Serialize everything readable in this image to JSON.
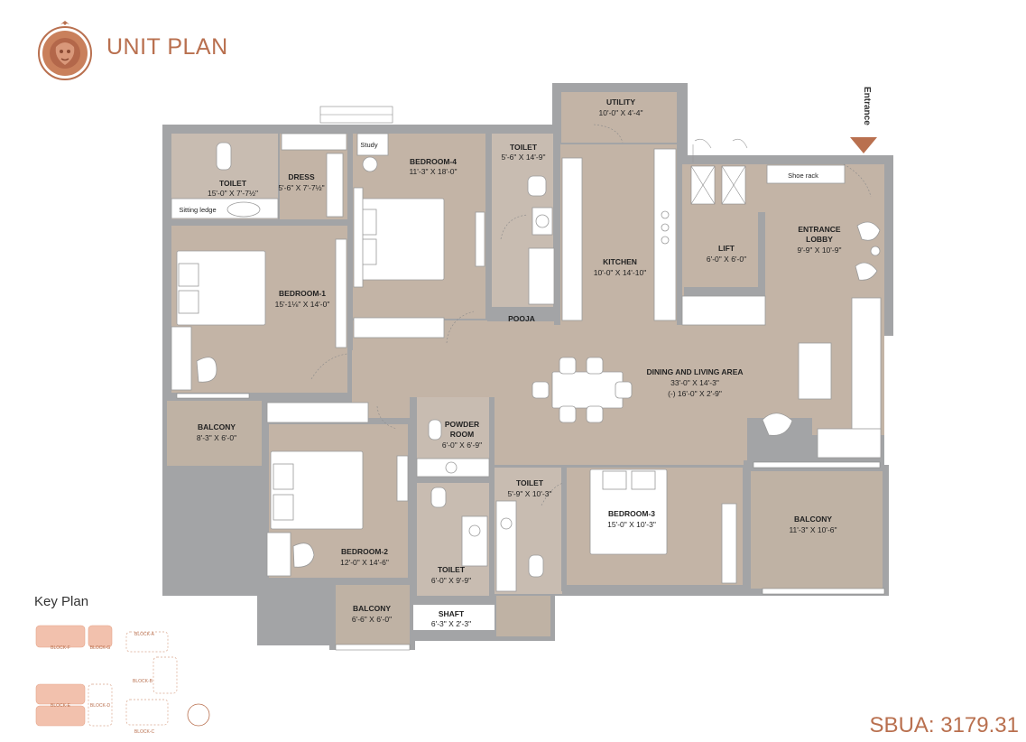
{
  "header": {
    "title": "UNIT PLAN"
  },
  "footer": {
    "sbua": "SBUA: 3179.31",
    "key_plan_title": "Key Plan"
  },
  "colors": {
    "accent": "#b9704f",
    "wall": "#a3a4a6",
    "floor": "#c3b4a6",
    "balcony": "#bfb2a4",
    "wet": "#c7bcb2",
    "furniture": "#ffffff"
  },
  "entrance_label": "Entrance",
  "rooms": {
    "utility": {
      "name": "UTILITY",
      "dims": "10'-0\" X 4'-4\""
    },
    "toilet_top": {
      "name": "TOILET",
      "dims": "5'-6\" X 14'-9\""
    },
    "bedroom4": {
      "name": "BEDROOM-4",
      "dims": "11'-3\" X 18'-0\""
    },
    "study": {
      "name": "Study"
    },
    "toilet_master": {
      "name": "TOILET",
      "dims": "15'-0\" X 7'-7½\""
    },
    "dress": {
      "name": "DRESS",
      "dims": "5'-6\" X 7'-7½\""
    },
    "sitting_ledge": {
      "name": "Sitting ledge"
    },
    "bedroom1": {
      "name": "BEDROOM-1",
      "dims": "15'-1⅛\" X 14'-0\""
    },
    "kitchen": {
      "name": "KITCHEN",
      "dims": "10'-0\" X 14'-10\""
    },
    "lift": {
      "name": "LIFT",
      "dims": "6'-0\" X 6'-0\""
    },
    "shoe_rack": {
      "name": "Shoe rack"
    },
    "entrance_lobby": {
      "name1": "ENTRANCE",
      "name2": "LOBBY",
      "dims": "9'-9\" X 10'-9\""
    },
    "pooja": {
      "name": "POOJA"
    },
    "dining_living": {
      "name": "DINING AND LIVING AREA",
      "dims": "33'-0\" X 14'-3\"",
      "dims2": "(-) 16'-0\" X 2'-9\""
    },
    "balcony_left": {
      "name": "BALCONY",
      "dims": "8'-3\" X 6'-0\""
    },
    "powder_room": {
      "name1": "POWDER",
      "name2": "ROOM",
      "dims": "6'-0\" X 6'-9\""
    },
    "bedroom2": {
      "name": "BEDROOM-2",
      "dims": "12'-0\" X 14'-6\""
    },
    "toilet_mid": {
      "name": "TOILET",
      "dims": "5'-9\" X 10'-3\""
    },
    "bedroom3": {
      "name": "BEDROOM-3",
      "dims": "15'-0\" X 10'-3\""
    },
    "balcony_right": {
      "name": "BALCONY",
      "dims": "11'-3\" X 10'-6\""
    },
    "toilet_low": {
      "name": "TOILET",
      "dims": "6'-0\" X 9'-9\""
    },
    "balcony_bottom": {
      "name": "BALCONY",
      "dims": "6'-6\" X 6'-0\""
    },
    "shaft": {
      "name": "SHAFT",
      "dims": "6'-3\" X 2'-3\""
    }
  },
  "key_plan": {
    "blocks": [
      "BLOCK-A",
      "BLOCK-F",
      "BLOCK-G",
      "BLOCK-B",
      "BLOCK-E",
      "BLOCK-D",
      "BLOCK-C"
    ]
  }
}
